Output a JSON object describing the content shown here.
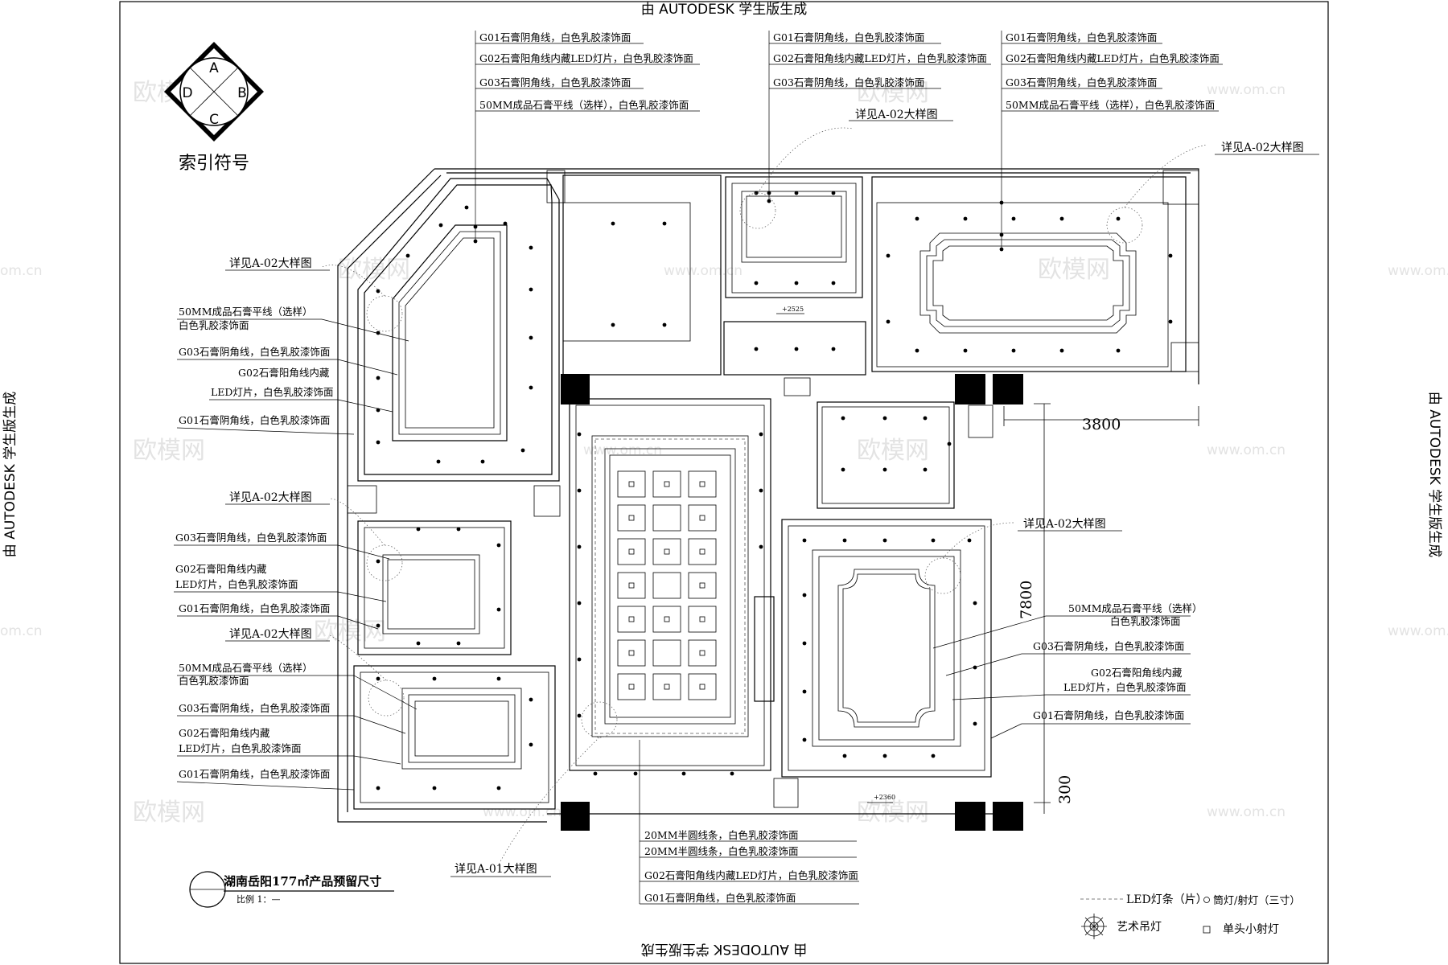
{
  "banner": {
    "top": "由 AUTODESK 学生版生成",
    "bottom": "由 AUTODESK 学生版生成",
    "left": "由 AUTODESK 学生版生成",
    "right": "由 AUTODESK 学生版生成"
  },
  "index_symbol": {
    "title": "索引符号",
    "letters": [
      "A",
      "B",
      "C",
      "D"
    ]
  },
  "plan": {
    "title": "湖南岳阳177㎡产品预留尺寸",
    "scale": "比例 1：—"
  },
  "dimensions": {
    "width": "3800",
    "height": "7800",
    "small": "300",
    "elev_a": "+2525",
    "elev_b": "+2360"
  },
  "callouts": {
    "top_mid": [
      "G01石膏阴角线，白色乳胶漆饰面",
      "G02石膏阳角线内藏LED灯片，白色乳胶漆饰面",
      "G03石膏阴角线，白色乳胶漆饰面",
      "50MM成品石膏平线（选样），白色乳胶漆饰面"
    ],
    "top_center": [
      "G01石膏阴角线，白色乳胶漆饰面",
      "G02石膏阳角线内藏LED灯片，白色乳胶漆饰面",
      "G03石膏阴角线，白色乳胶漆饰面",
      "详见A-02大样图"
    ],
    "top_right": [
      "G01石膏阴角线，白色乳胶漆饰面",
      "G02石膏阳角线内藏LED灯片，白色乳胶漆饰面",
      "G03石膏阴角线，白色乳胶漆饰面",
      "50MM成品石膏平线（选样），白色乳胶漆饰面"
    ],
    "far_right": "详见A-02大样图",
    "left1": [
      "详见A-02大样图",
      "50MM成品石膏平线（选样）",
      "白色乳胶漆饰面",
      "G03石膏阴角线，白色乳胶漆饰面",
      "G02石膏阳角线内藏",
      "LED灯片，白色乳胶漆饰面",
      "G01石膏阴角线，白色乳胶漆饰面"
    ],
    "left2": [
      "详见A-02大样图",
      "G03石膏阴角线，白色乳胶漆饰面",
      "G02石膏阳角线内藏",
      "LED灯片，白色乳胶漆饰面",
      "G01石膏阴角线，白色乳胶漆饰面"
    ],
    "left3": [
      "详见A-02大样图",
      "50MM成品石膏平线（选样）",
      "白色乳胶漆饰面",
      "G03石膏阴角线，白色乳胶漆饰面",
      "G02石膏阳角线内藏",
      "LED灯片，白色乳胶漆饰面",
      "G01石膏阴角线，白色乳胶漆饰面"
    ],
    "right_lower": [
      "详见A-02大样图",
      "50MM成品石膏平线（选样）",
      "白色乳胶漆饰面",
      "G03石膏阴角线，白色乳胶漆饰面",
      "G02石膏阳角线内藏",
      "LED灯片，白色乳胶漆饰面",
      "G01石膏阴角线，白色乳胶漆饰面"
    ],
    "bottom": [
      "20MM半圆线条，白色乳胶漆饰面",
      "20MM半圆线条，白色乳胶漆饰面",
      "G02石膏阳角线内藏LED灯片，白色乳胶漆饰面",
      "G01石膏阴角线，白色乳胶漆饰面"
    ],
    "bottom_detail": "详见A-01大样图"
  },
  "legend": {
    "led_strip": "LED灯条（片）",
    "downlight": "筒灯/射灯（三寸）",
    "chandelier": "艺术吊灯",
    "spotlight": "单头小射灯"
  },
  "watermarks": {
    "brand": "欧模网",
    "url": "www.om.cn",
    "url_short": "om.cn"
  }
}
